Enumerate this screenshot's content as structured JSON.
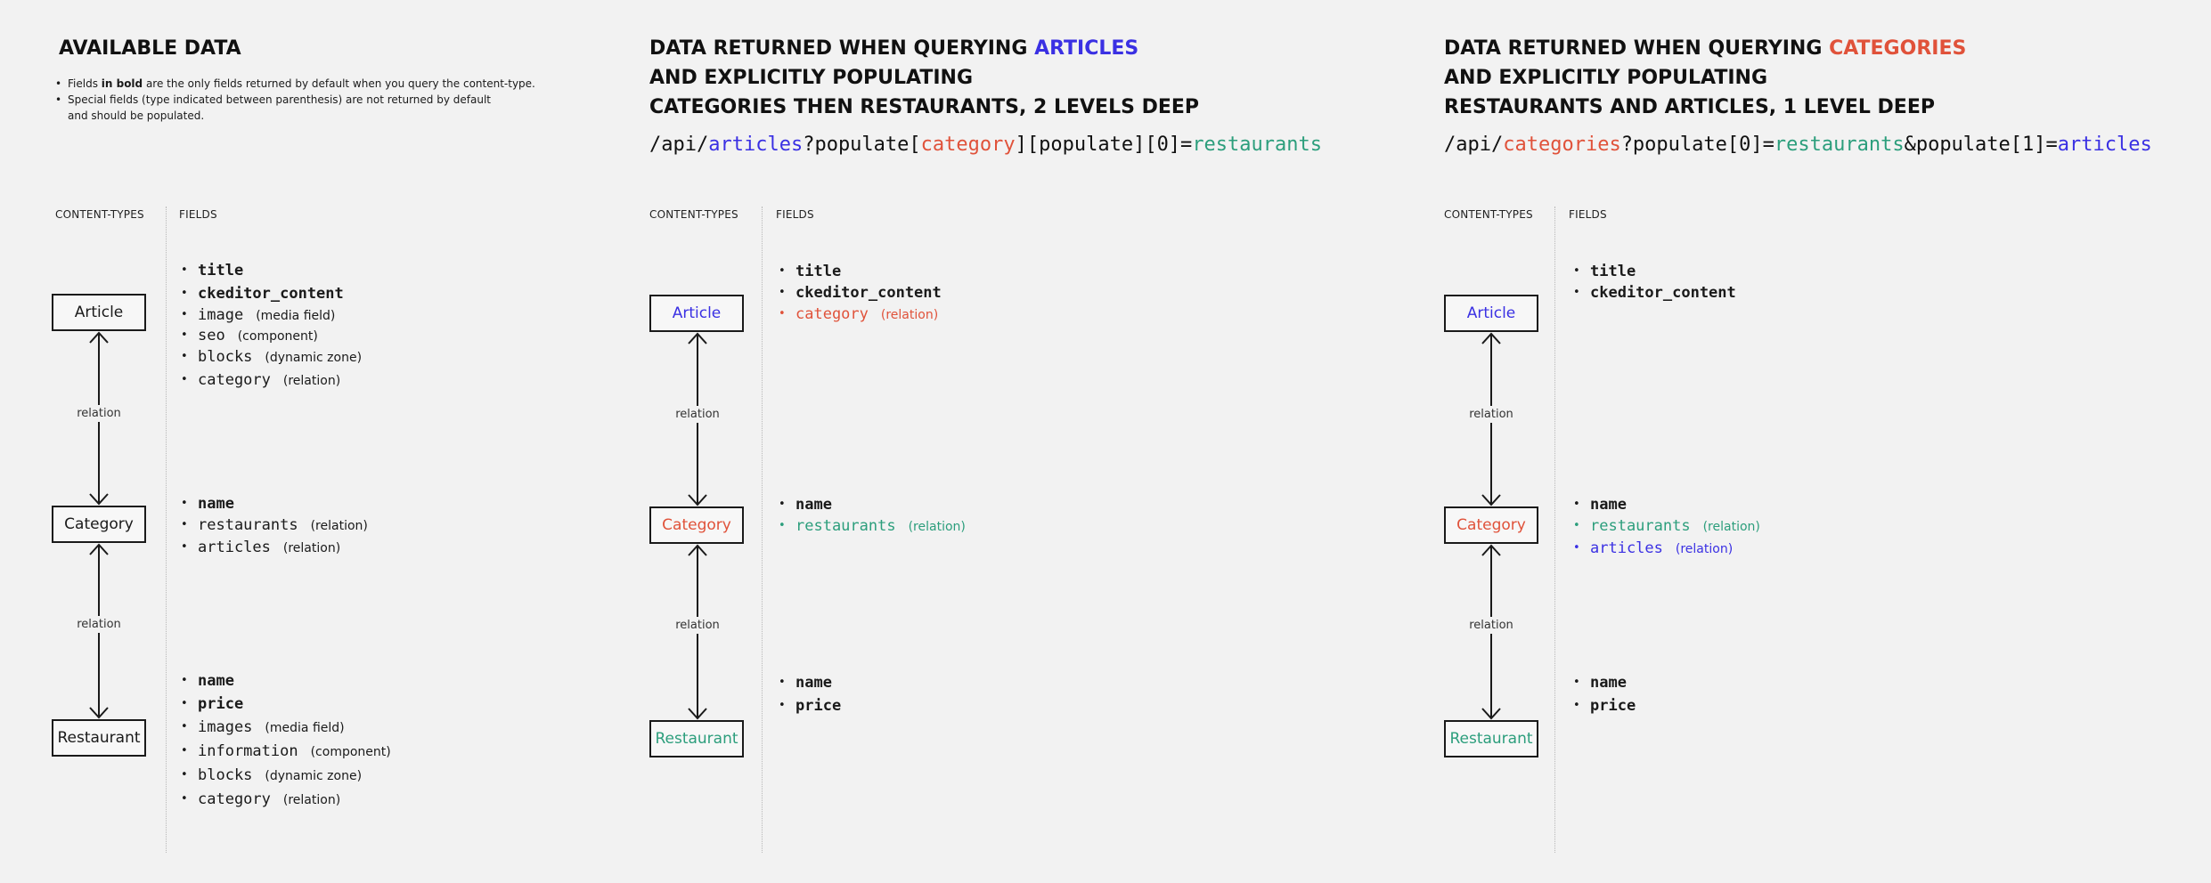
{
  "colors": {
    "articles": "#3a30e3",
    "categories": "#e0523a",
    "restaurants": "#2c9e7c",
    "text": "#1a1a1a"
  },
  "panel1": {
    "title": "AVAILABLE DATA",
    "note1_pre": "Fields ",
    "note1_bold": "in bold",
    "note1_post": " are the only fields returned by default when you query the content-type.",
    "note2_line1": "Special fields (type indicated between parenthesis) are not returned by default",
    "note2_line2": "and should be populated.",
    "content_types_label": "CONTENT-TYPES",
    "fields_label": "FIELDS",
    "boxes": {
      "article": "Article",
      "category": "Category",
      "restaurant": "Restaurant"
    },
    "relation_label": "relation",
    "article_fields": [
      {
        "name": "title",
        "type": ""
      },
      {
        "name": "ckeditor_content",
        "type": ""
      },
      {
        "name": "image",
        "type": "(media field)"
      },
      {
        "name": "seo",
        "type": "(component)"
      },
      {
        "name": "blocks",
        "type": "(dynamic zone)"
      },
      {
        "name": "category",
        "type": "(relation)"
      }
    ],
    "category_fields": [
      {
        "name": "name",
        "type": ""
      },
      {
        "name": "restaurants",
        "type": "(relation)"
      },
      {
        "name": "articles",
        "type": "(relation)"
      }
    ],
    "restaurant_fields": [
      {
        "name": "name",
        "type": ""
      },
      {
        "name": "price",
        "type": ""
      },
      {
        "name": "images",
        "type": "(media field)"
      },
      {
        "name": "information",
        "type": "(component)"
      },
      {
        "name": "blocks",
        "type": "(dynamic zone)"
      },
      {
        "name": "category",
        "type": "(relation)"
      }
    ]
  },
  "panel2": {
    "title_line1_pre": "DATA RETURNED WHEN QUERYING ",
    "title_line1_highlight": "ARTICLES",
    "title_line2": "AND EXPLICITLY POPULATING",
    "title_line3": "CATEGORIES THEN RESTAURANTS, 2 LEVELS DEEP",
    "url": {
      "p1": "/api/",
      "p2": "articles",
      "p3": "?populate[",
      "p4": "category",
      "p5": "][populate][0]=",
      "p6": "restaurants"
    },
    "content_types_label": "CONTENT-TYPES",
    "fields_label": "FIELDS",
    "boxes": {
      "article": "Article",
      "category": "Category",
      "restaurant": "Restaurant"
    },
    "relation_label": "relation",
    "article_fields": [
      {
        "name": "title",
        "type": ""
      },
      {
        "name": "ckeditor_content",
        "type": ""
      },
      {
        "name": "category",
        "type": "(relation)"
      }
    ],
    "category_fields": [
      {
        "name": "name",
        "type": ""
      },
      {
        "name": "restaurants",
        "type": "(relation)"
      }
    ],
    "restaurant_fields": [
      {
        "name": "name",
        "type": ""
      },
      {
        "name": "price",
        "type": ""
      }
    ]
  },
  "panel3": {
    "title_line1_pre": "DATA RETURNED WHEN QUERYING ",
    "title_line1_highlight": "CATEGORIES",
    "title_line2": "AND EXPLICITLY POPULATING",
    "title_line3": "RESTAURANTS AND ARTICLES, 1 LEVEL DEEP",
    "url": {
      "p1": "/api/",
      "p2": "categories",
      "p3": "?populate[0]=",
      "p4": "restaurants",
      "p5": "&populate[1]=",
      "p6": "articles"
    },
    "content_types_label": "CONTENT-TYPES",
    "fields_label": "FIELDS",
    "boxes": {
      "article": "Article",
      "category": "Category",
      "restaurant": "Restaurant"
    },
    "relation_label": "relation",
    "article_fields": [
      {
        "name": "title",
        "type": ""
      },
      {
        "name": "ckeditor_content",
        "type": ""
      }
    ],
    "category_fields": [
      {
        "name": "name",
        "type": ""
      },
      {
        "name": "restaurants",
        "type": "(relation)"
      },
      {
        "name": "articles",
        "type": "(relation)"
      }
    ],
    "restaurant_fields": [
      {
        "name": "name",
        "type": ""
      },
      {
        "name": "price",
        "type": ""
      }
    ]
  }
}
